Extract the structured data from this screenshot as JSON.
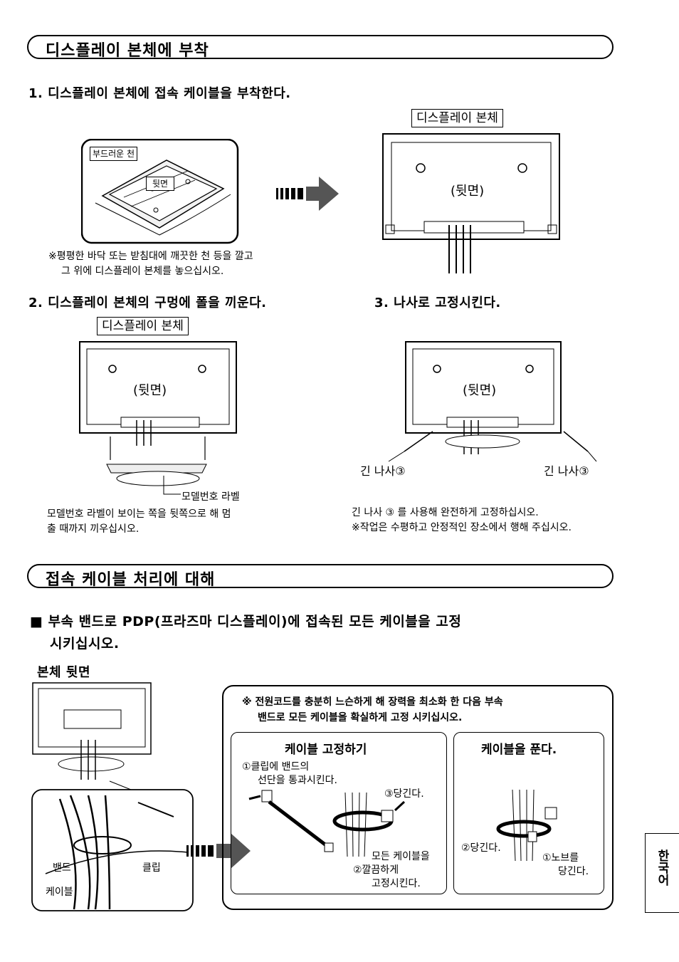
{
  "section1": {
    "title": "디스플레이 본체에 부착"
  },
  "step1": {
    "title": "1. 디스플레이 본체에 접속 케이블을 부착한다."
  },
  "labels": {
    "display_body": "디스플레이 본체",
    "back_side": "(뒷면)",
    "soft_cloth": "부드러운 천",
    "back": "뒷면",
    "model_label": "모델번호 라벨",
    "long_screw": "긴 나사③",
    "band": "밴드",
    "clip": "클립",
    "cable": "케이블"
  },
  "step1_note": [
    "※평평한 바닥 또는 받침대에 깨끗한 천 등을 깔고",
    "그 위에 디스플레이 본체를 놓으십시오."
  ],
  "step2": {
    "title": "2. 디스플레이 본체의 구멍에 폴을 끼운다.",
    "note": [
      "모델번호 라벨이 보이는 쪽을 뒷쪽으로 해 멈",
      "출 때까지 끼우십시오."
    ]
  },
  "step3": {
    "title": "3. 나사로 고정시킨다.",
    "note": [
      "긴 나사 ③ 를 사용해 완전하게 고정하십시오.",
      "※작업은 수평하고 안정적인 장소에서 행해 주십시오."
    ]
  },
  "section2": {
    "title": "접속 케이블 처리에 대해"
  },
  "cable_section": {
    "heading_line1": "■ 부속 밴드로 PDP(프라즈마 디스플레이)에 접속된 모든 케이블을 고정",
    "heading_line2": "시키십시오.",
    "rear_label": "본체 뒷면",
    "warning": [
      "※ 전원코드를 충분히 느슨하게 해 장력을 최소화 한 다음 부속",
      "밴드로 모든 케이블을 확실하게 고정 시키십시오."
    ],
    "fix_title": "케이블 고정하기",
    "fix_step1": [
      "①클립에 밴드의",
      "선단을 통과시킨다."
    ],
    "fix_step2": [
      "모든 케이블을",
      "②깔끔하게",
      "고정시킨다."
    ],
    "fix_step3": "③당긴다.",
    "release_title": "케이블을 푼다.",
    "release_step1": [
      "①노브를",
      "당긴다."
    ],
    "release_step2": "②당긴다."
  },
  "side_tab": "한국어"
}
